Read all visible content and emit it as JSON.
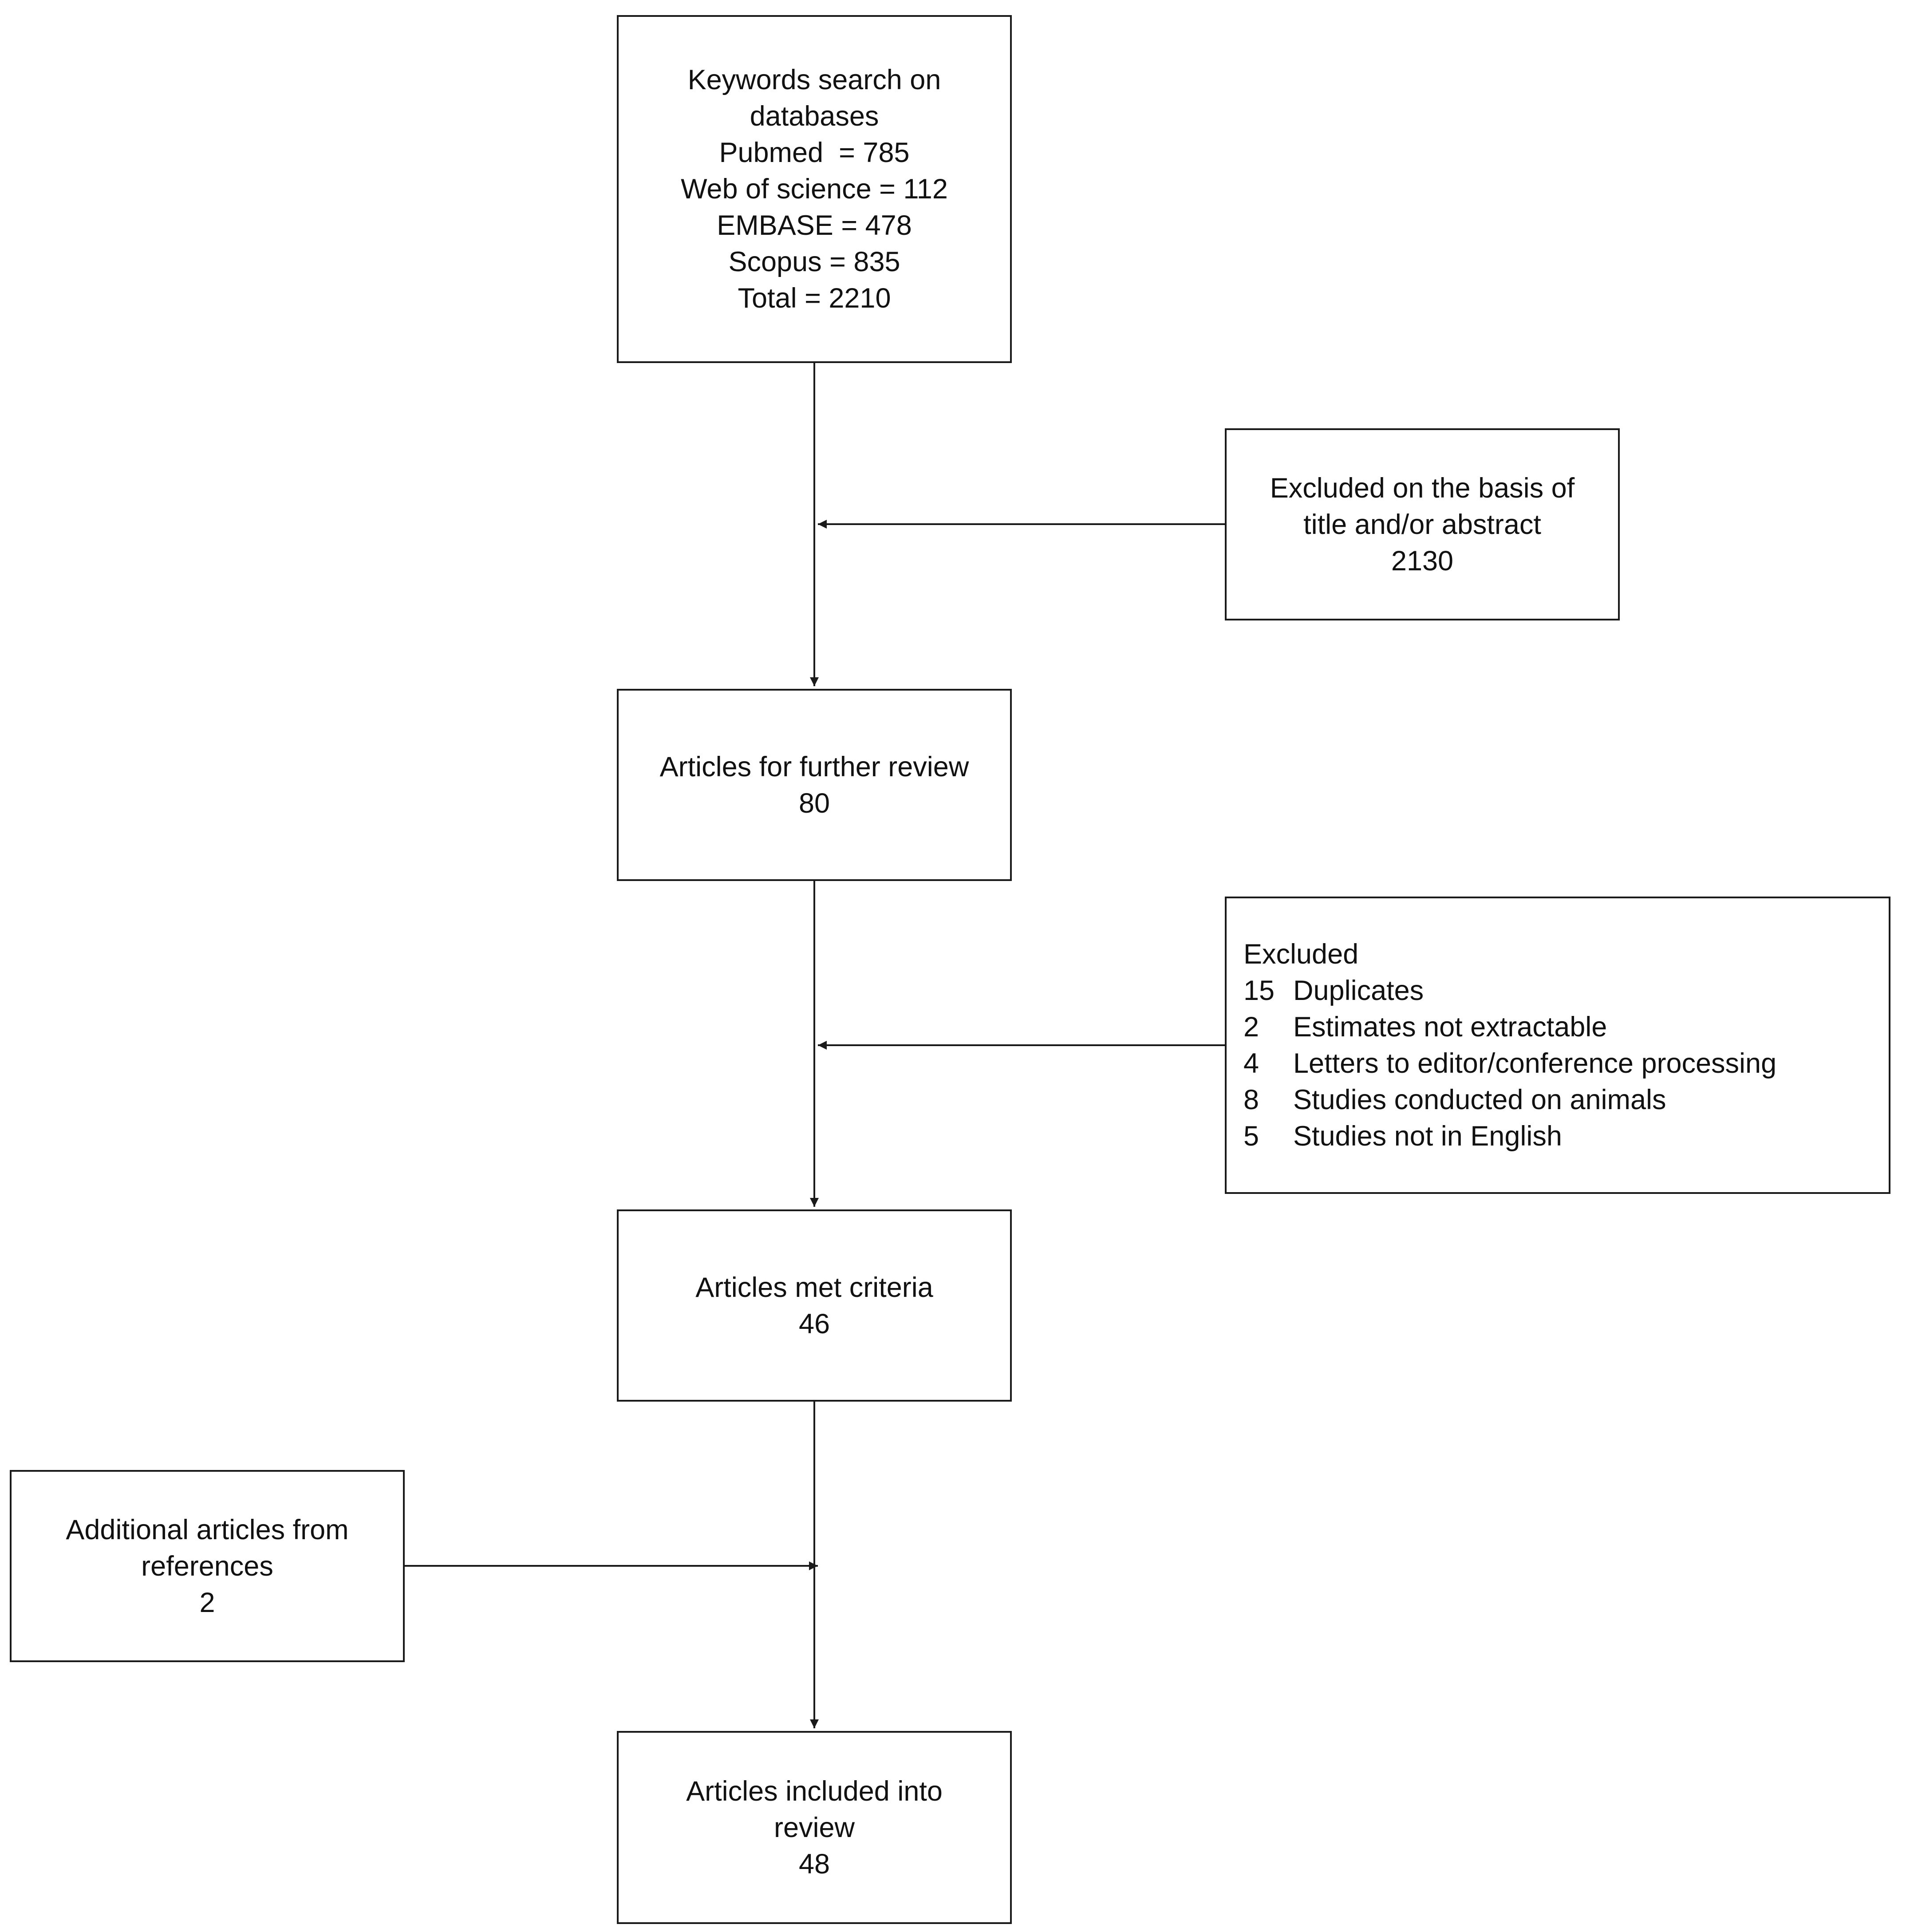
{
  "boxes": {
    "search": {
      "lines": [
        "Keywords search on",
        "databases",
        "Pubmed  = 785",
        "Web of science = 112",
        "EMBASE = 478",
        "Scopus = 835",
        "Total = 2210"
      ]
    },
    "excluded_title": {
      "lines": [
        "Excluded on the basis of",
        "title and/or abstract",
        "2130"
      ]
    },
    "further_review": {
      "lines": [
        "Articles for further review",
        "80"
      ]
    },
    "excluded_detail": {
      "heading": "Excluded",
      "items": [
        {
          "count": "15",
          "reason": "Duplicates"
        },
        {
          "count": "2",
          "reason": "Estimates not extractable"
        },
        {
          "count": "4",
          "reason": "Letters to editor/conference processing"
        },
        {
          "count": "8",
          "reason": "Studies conducted on animals"
        },
        {
          "count": "5",
          "reason": "Studies not in English"
        }
      ]
    },
    "met_criteria": {
      "lines": [
        "Articles met criteria",
        "46"
      ]
    },
    "additional": {
      "lines": [
        "Additional articles from",
        "references",
        "2"
      ]
    },
    "included": {
      "lines": [
        "Articles included into",
        "review",
        "48"
      ]
    }
  },
  "colors": {
    "stroke": "#1a1a1a",
    "background": "#ffffff",
    "text": "#111111"
  }
}
